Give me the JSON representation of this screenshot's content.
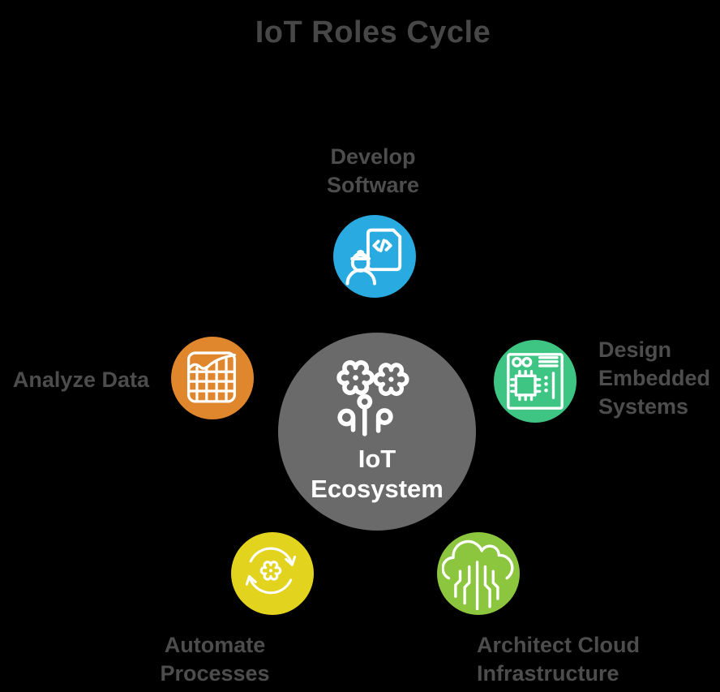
{
  "title": "IoT Roles Cycle",
  "center": {
    "label_lines": [
      "IoT",
      "Ecosystem"
    ],
    "icon": "flower-gears-icon",
    "color": "#6A6A6A"
  },
  "nodes": {
    "develop": {
      "label_lines": [
        "Develop",
        "Software"
      ],
      "icon": "engineer-code-document-icon",
      "color": "#29ABE2"
    },
    "design": {
      "label_lines": [
        "Design",
        "Embedded",
        "Systems"
      ],
      "icon": "circuit-board-icon",
      "color": "#3EC584"
    },
    "architect": {
      "label_lines": [
        "Architect Cloud",
        "Infrastructure"
      ],
      "icon": "cloud-circuit-icon",
      "color": "#8CC63F"
    },
    "automate": {
      "label_lines": [
        "Automate",
        "Processes"
      ],
      "icon": "gear-sync-arrows-icon",
      "color": "#E2D31E"
    },
    "analyze": {
      "label_lines": [
        "Analyze Data"
      ],
      "icon": "area-chart-grid-icon",
      "color": "#E0862D"
    }
  },
  "colors": {
    "background": "#000000",
    "title_text": "#474747",
    "label_text": "#4D4D4D",
    "center_text": "#FFFFFF",
    "icon_stroke": "#FFFFFF"
  }
}
